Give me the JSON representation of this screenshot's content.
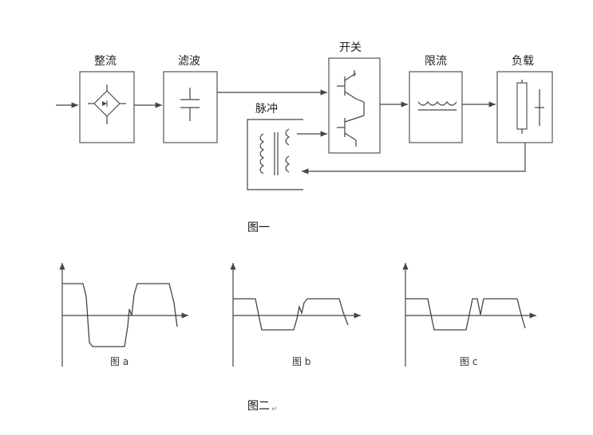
{
  "figure1": {
    "blocks": {
      "rectifier": "整流",
      "filter": "滤波",
      "pulse": "脉冲",
      "switch": "开关",
      "limit": "限流",
      "load": "负载"
    },
    "caption": "图一"
  },
  "figure2": {
    "panels": [
      {
        "label": "图 a"
      },
      {
        "label": "图 b"
      },
      {
        "label": "图 c"
      }
    ],
    "caption": "图二",
    "caption_mark": "↵"
  },
  "icons": [
    "diode-bridge-icon",
    "capacitor-icon",
    "transformer-icon",
    "transistor-icon",
    "inductor-icon",
    "lamp-icon",
    "arrow-icon"
  ]
}
